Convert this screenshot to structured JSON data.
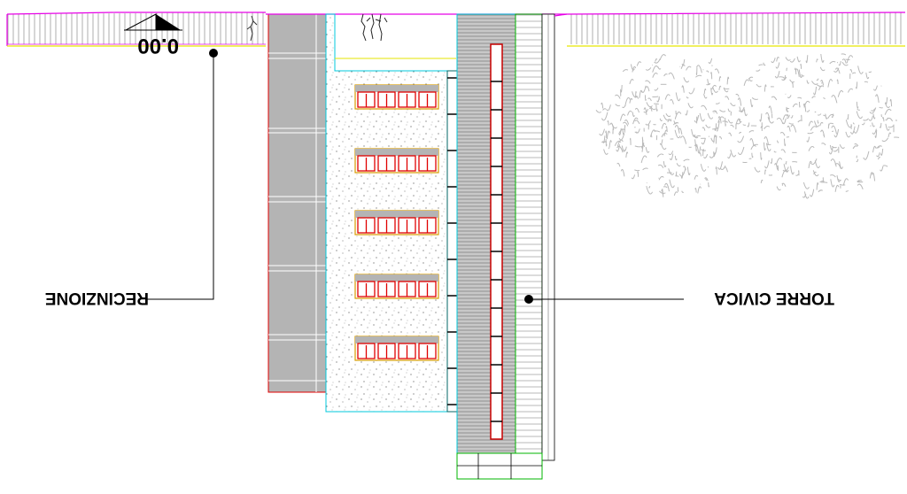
{
  "labels": {
    "elevation": "0.00",
    "recinzione": "RECINZIONE",
    "torre_civica": "TORRE CIVICA"
  },
  "colors": {
    "magenta": "#e600e6",
    "yellow": "#e6e600",
    "red": "#e00000",
    "cyan": "#00c8dc",
    "green": "#00b400",
    "grey_fill": "#b4b4b4",
    "tree_grey": "#b9b9b9",
    "window_frame": "#d79b00",
    "teal": "#006464"
  }
}
